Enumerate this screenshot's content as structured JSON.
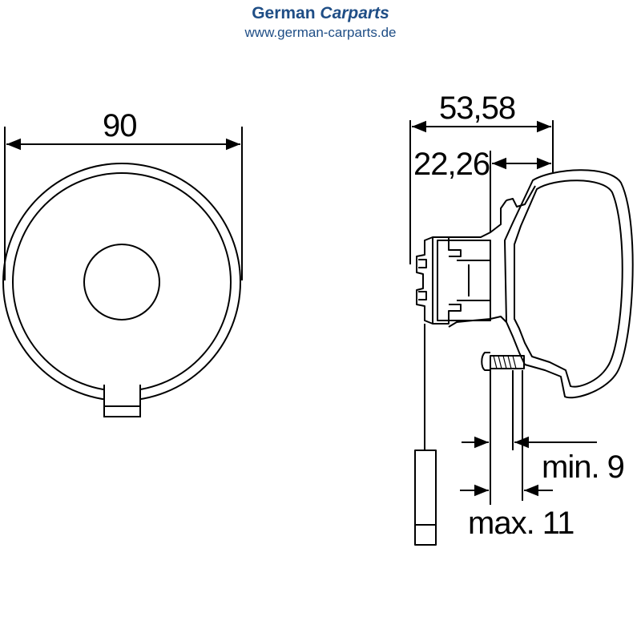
{
  "header": {
    "brand_main": "German ",
    "brand_accent": "Carparts",
    "url": "www.german-carparts.de"
  },
  "front_view": {
    "width_dim": "90"
  },
  "side_view": {
    "overall_depth_dim": "53,58",
    "mount_depth_dim": "22,26",
    "min_label": "min. 9",
    "max_label": "max. 11"
  },
  "colors": {
    "brand": "#1f4e86",
    "line": "#000000"
  }
}
